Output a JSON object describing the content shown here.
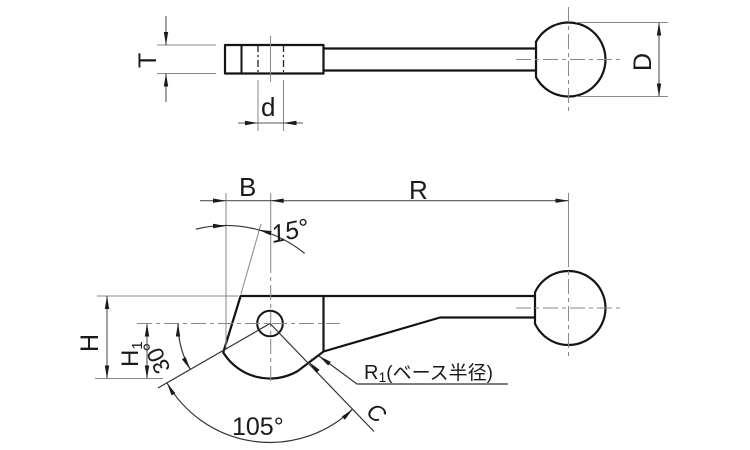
{
  "drawing_labels": {
    "top_view": {
      "thickness": "T",
      "shaft_dia": "d",
      "ball_dia": "D"
    },
    "front_view": {
      "boss_width": "B",
      "lever_length": "R",
      "tilt_angle": "15°",
      "angle_30": "30°",
      "angle_105": "105°",
      "height": "H",
      "height1_main": "H",
      "height1_sub": "1",
      "base_radius_main": "R",
      "base_radius_sub": "1",
      "base_radius_note": "(ベース半径)",
      "chamfer": "C"
    }
  },
  "colors": {
    "outline": "#141414",
    "dimension": "#555555",
    "centerline": "#8a8a8a",
    "text": "#1a1a1a",
    "background": "#ffffff"
  }
}
